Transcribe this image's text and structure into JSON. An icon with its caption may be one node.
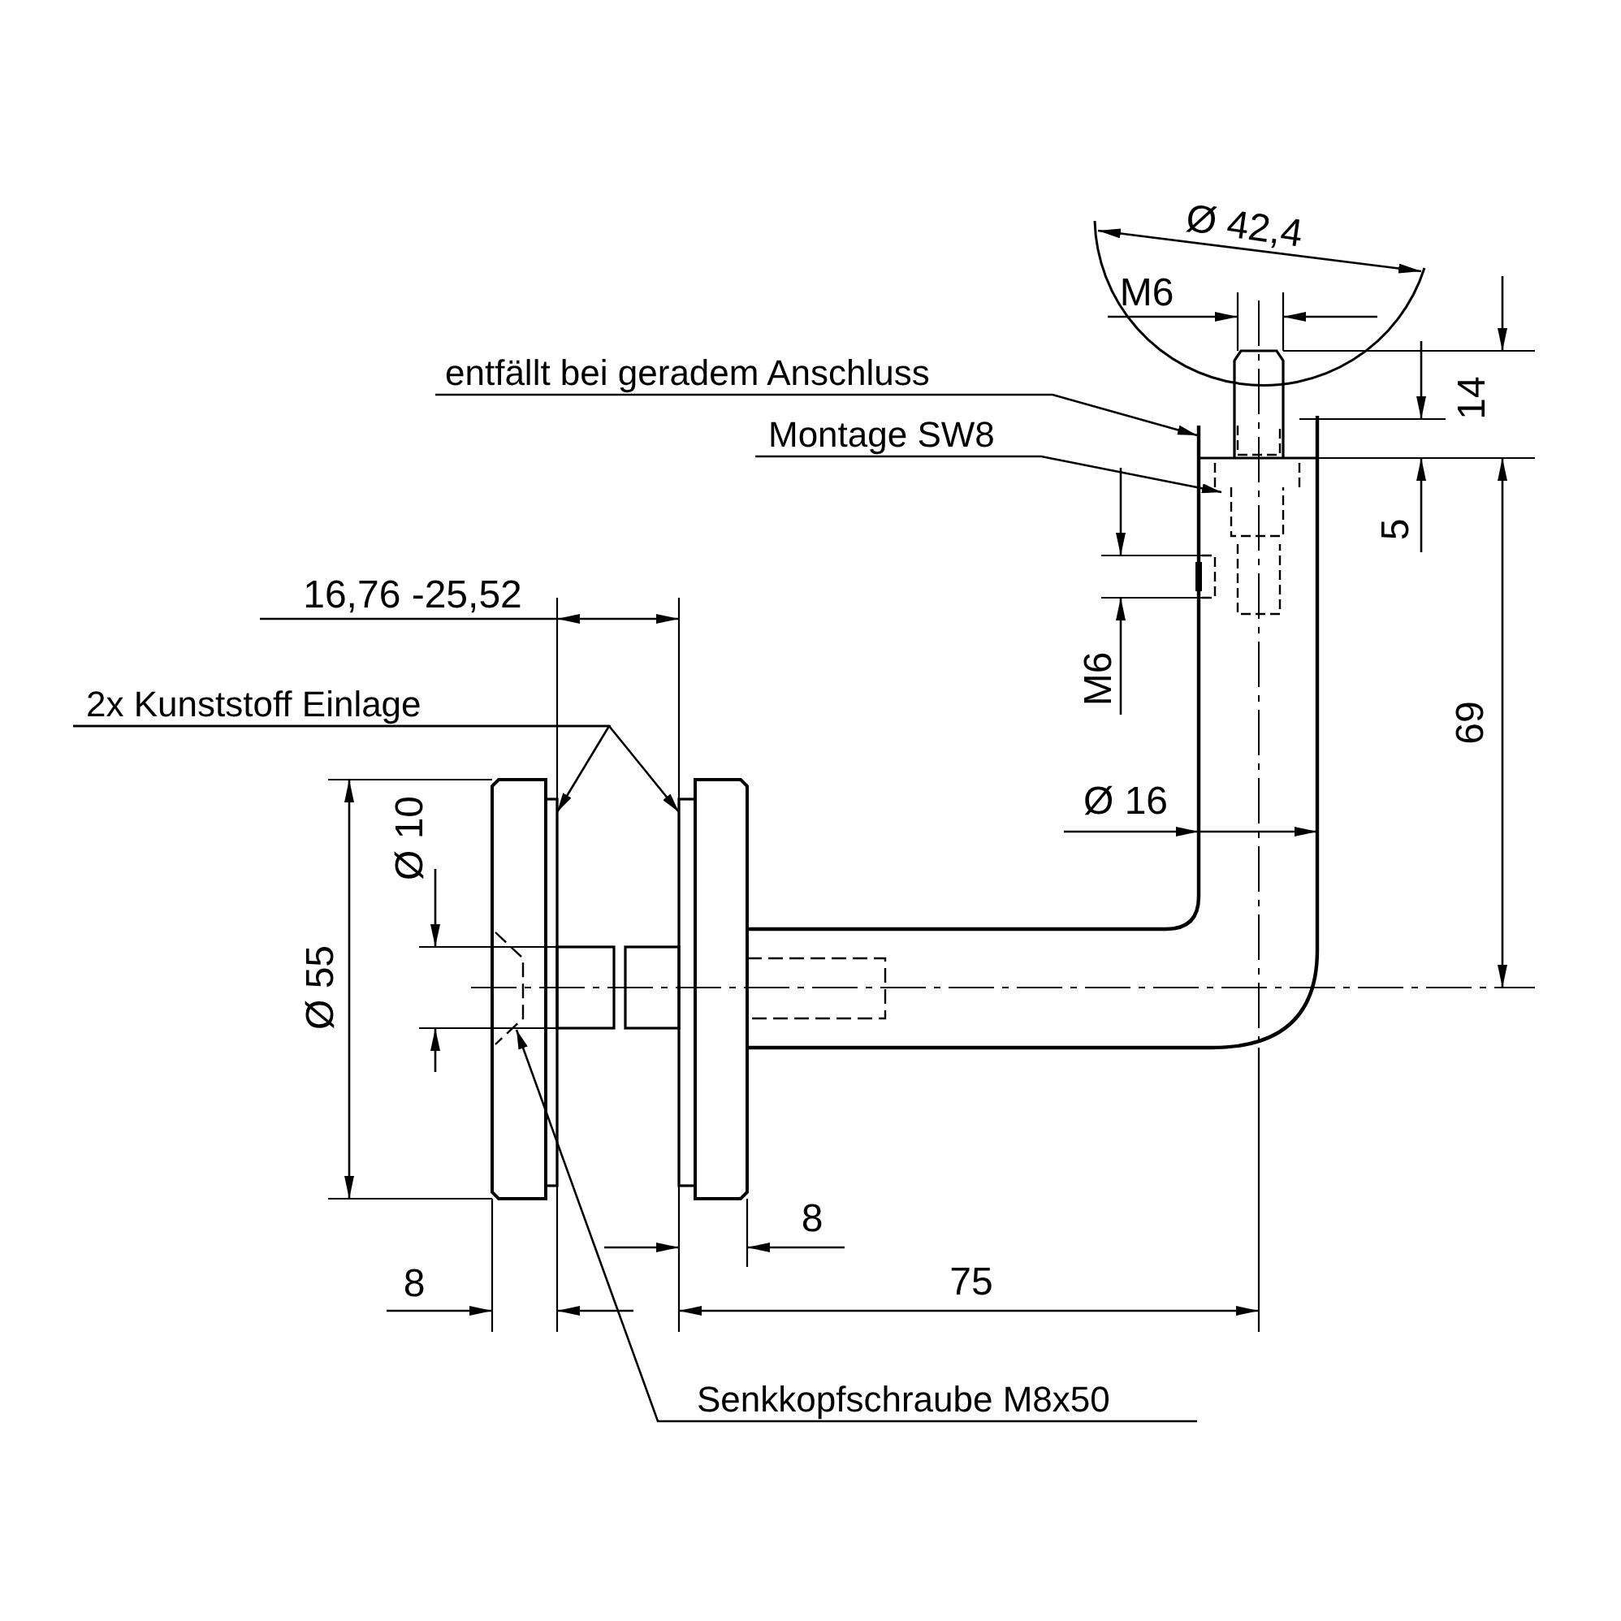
{
  "diagram": {
    "nodes": [
      {
        "text": [
          "entfällt bei geradem Anschluss"
        ]
      },
      {
        "text": [
          "Montage SW8"
        ]
      },
      {
        "text": [
          "2x Kunststoff Einlage"
        ]
      },
      {
        "text": [
          "Senkkopfschraube M8x50"
        ]
      }
    ],
    "edges": [
      {
        "from": 0,
        "to": null,
        "arrow": "to"
      },
      {
        "from": 1,
        "to": null,
        "arrow": "to"
      },
      {
        "from": 2,
        "to": null,
        "arrow": "to"
      },
      {
        "from": 2,
        "to": null,
        "arrow": "to"
      },
      {
        "from": 3,
        "to": null,
        "arrow": "to"
      }
    ],
    "labels": [
      "Ø 42,4",
      "M6",
      "14",
      "5",
      "16,76 -25,52",
      "M6",
      "69",
      "Ø 10",
      "Ø 16",
      "Ø 55",
      "8",
      "8",
      "75"
    ]
  }
}
